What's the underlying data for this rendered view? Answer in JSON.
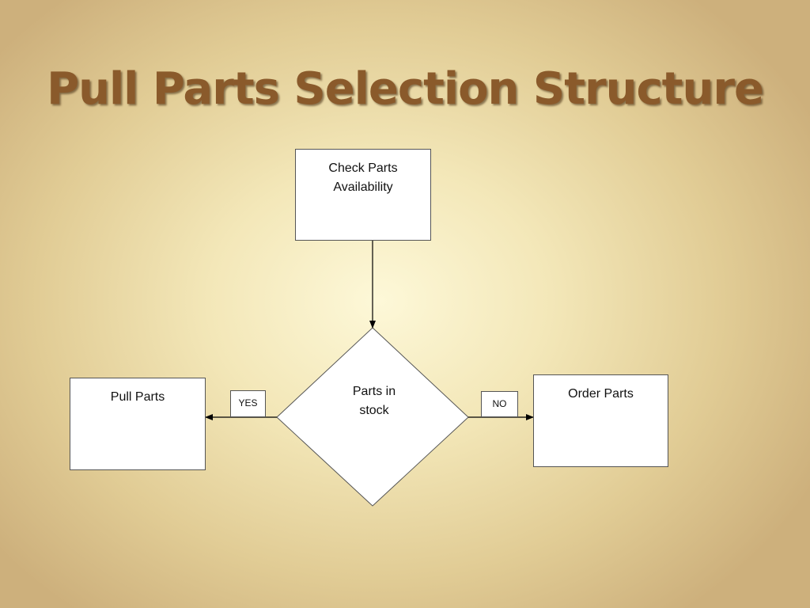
{
  "title": "Pull Parts Selection Structure",
  "nodes": {
    "check": {
      "line1": "Check Parts",
      "line2": "Availability"
    },
    "decision": {
      "line1": "Parts in",
      "line2": "stock"
    },
    "pull": {
      "label": "Pull Parts"
    },
    "order": {
      "label": "Order Parts"
    }
  },
  "edges": {
    "yes": "YES",
    "no": "NO"
  },
  "colors": {
    "title": "#8a5a2b",
    "background_center": "#fdf8d8",
    "background_edge": "#cdb07c"
  }
}
